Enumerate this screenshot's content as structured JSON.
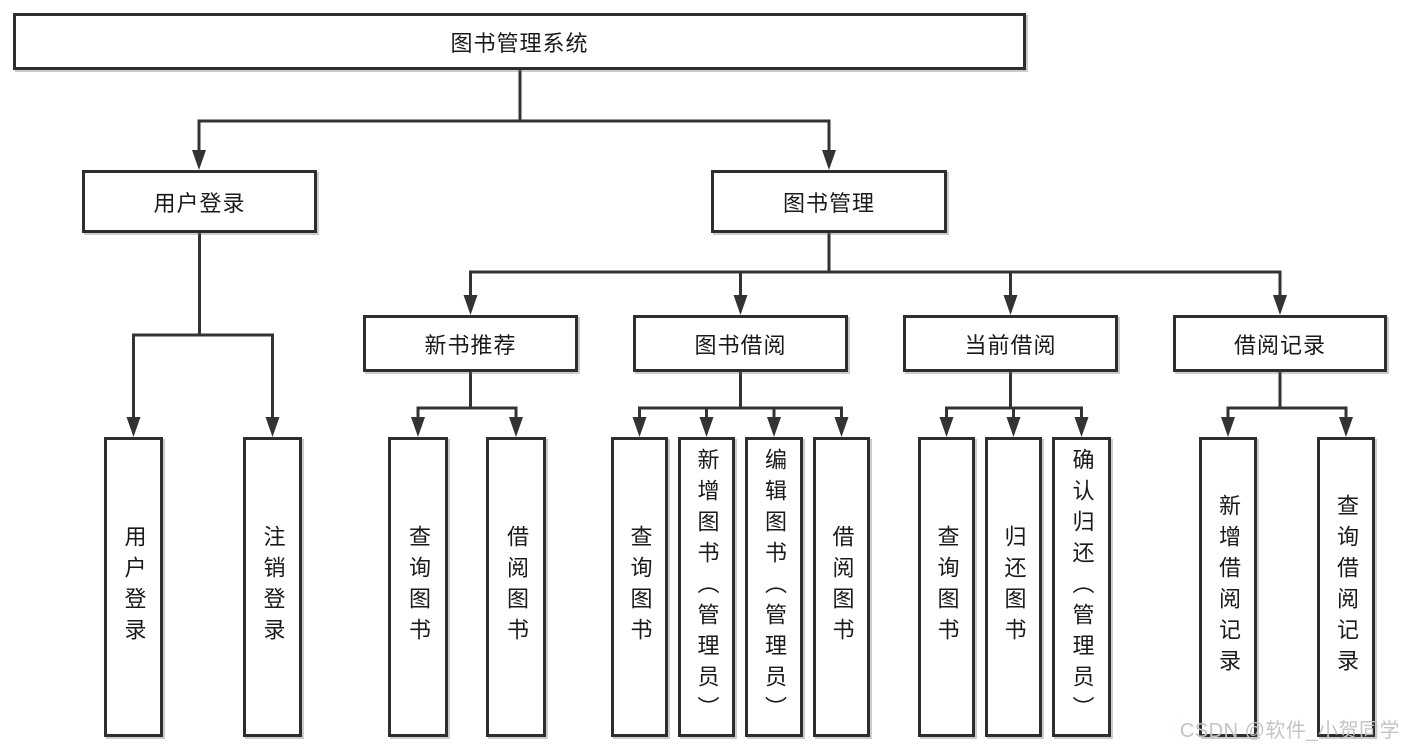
{
  "tree": {
    "root": {
      "label": "图书管理系统"
    },
    "branches": [
      {
        "label": "用户登录",
        "children": [
          {
            "label": "用户登录"
          },
          {
            "label": "注销登录"
          }
        ]
      },
      {
        "label": "图书管理",
        "children": [
          {
            "label": "新书推荐",
            "children": [
              {
                "label": "查询图书"
              },
              {
                "label": "借阅图书"
              }
            ]
          },
          {
            "label": "图书借阅",
            "children": [
              {
                "label": "查询图书"
              },
              {
                "label": "新增图书（管理员）"
              },
              {
                "label": "编辑图书（管理员）"
              },
              {
                "label": "借阅图书"
              }
            ]
          },
          {
            "label": "当前借阅",
            "children": [
              {
                "label": "查询图书"
              },
              {
                "label": "归还图书"
              },
              {
                "label": "确认归还（管理员）"
              }
            ]
          },
          {
            "label": "借阅记录",
            "children": [
              {
                "label": "新增借阅记录"
              },
              {
                "label": "查询借阅记录"
              }
            ]
          }
        ]
      }
    ]
  },
  "watermark": {
    "text": "CSDN @软件_小贺同学"
  },
  "colors": {
    "line": "#333333",
    "border": "#2e2e2e",
    "text": "#1a1a1a",
    "background": "#ffffff",
    "watermark": "#c8c2c2"
  }
}
